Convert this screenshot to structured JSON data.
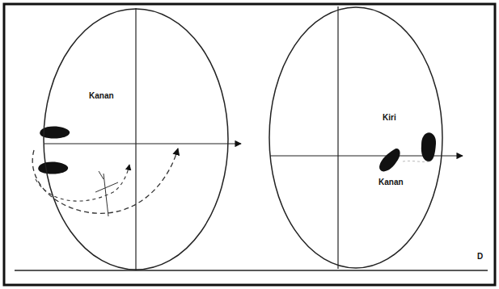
{
  "diagram": {
    "nodes": [
      {
        "text": [
          "Kanan"
        ]
      },
      {
        "text": [
          "Kiri",
          "Kanan"
        ]
      }
    ],
    "labels": [
      "D"
    ]
  }
}
